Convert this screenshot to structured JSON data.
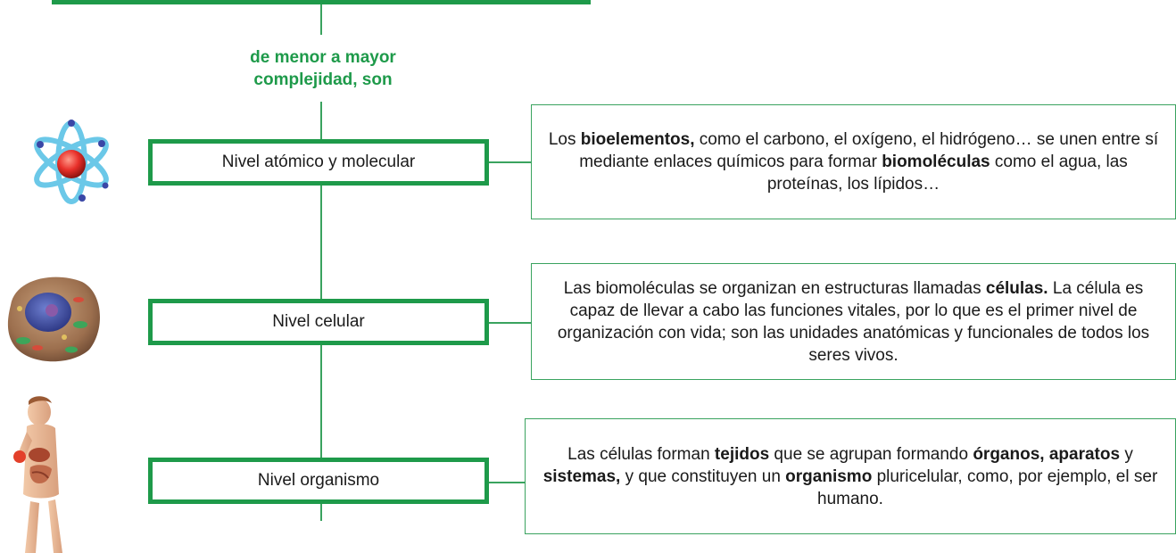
{
  "connector_label": {
    "line1": "de menor a mayor",
    "line2": "complejidad, son"
  },
  "levels": [
    {
      "name": "Nivel atómico y molecular",
      "illustration": "atom-icon",
      "description": [
        {
          "t": "Los "
        },
        {
          "t": "bioelementos,",
          "b": true
        },
        {
          "t": " como el carbono, el oxígeno, el hidrógeno… se unen entre sí mediante enlaces químicos para formar "
        },
        {
          "t": "biomoléculas",
          "b": true
        },
        {
          "t": " como el agua, las proteínas, los lípidos…"
        }
      ]
    },
    {
      "name": "Nivel celular",
      "illustration": "cell-icon",
      "description": [
        {
          "t": "Las biomoléculas se organizan en estructuras llamadas "
        },
        {
          "t": "células.",
          "b": true
        },
        {
          "t": " La célula es capaz de llevar a cabo las funciones vitales, por lo que es el primer nivel de organización con vida; son las unidades anatómicas y funcionales de todos los seres vivos."
        }
      ]
    },
    {
      "name": "Nivel organismo",
      "illustration": "human-body-icon",
      "description": [
        {
          "t": "Las células forman "
        },
        {
          "t": "tejidos",
          "b": true
        },
        {
          "t": " que se agrupan formando "
        },
        {
          "t": "órganos,",
          "b": true
        },
        {
          "t": " "
        },
        {
          "t": "aparatos",
          "b": true
        },
        {
          "t": " y "
        },
        {
          "t": "sistemas,",
          "b": true
        },
        {
          "t": " y que constituyen un "
        },
        {
          "t": "organismo",
          "b": true
        },
        {
          "t": " pluricelular, como, por ejemplo, el ser humano."
        }
      ]
    }
  ],
  "colors": {
    "accent": "#1e9a4a",
    "line": "#3aa35f"
  }
}
